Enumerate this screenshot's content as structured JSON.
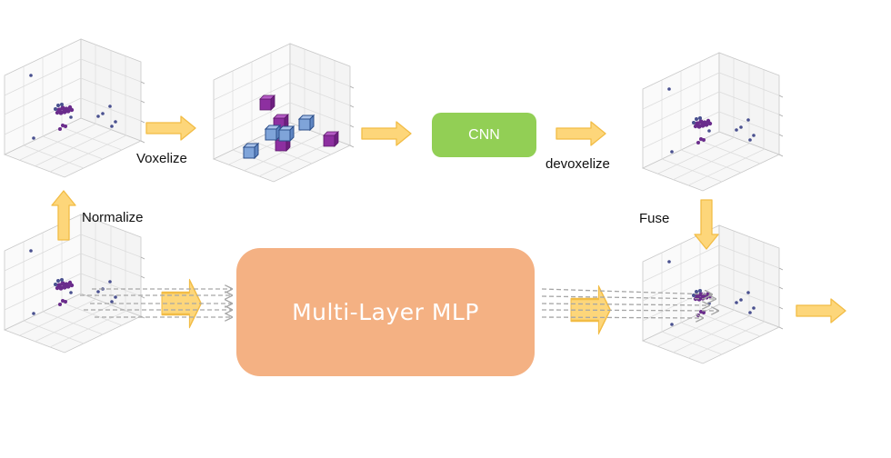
{
  "labels": {
    "voxelize": "Voxelize",
    "normalize": "Normalize",
    "devoxelize": "devoxelize",
    "fuse": "Fuse"
  },
  "boxes": {
    "cnn": "CNN",
    "mlp": "Multi-Layer MLP"
  },
  "colors": {
    "arrow_fill": "#fdd67a",
    "arrow_stroke": "#f2bc45",
    "cnn_fill": "#92cf55",
    "mlp_fill": "#f4b183",
    "point_purple": "#6a2c8c",
    "voxel_blue": "#7fa4d9",
    "voxel_purple": "#8d2fa0",
    "dashed_arrow": "#a6a6a6"
  },
  "icons": [
    "3d-point-cloud-plot-icon",
    "3d-voxel-grid-plot-icon",
    "block-arrow-icon",
    "dashed-arrow-icon"
  ]
}
